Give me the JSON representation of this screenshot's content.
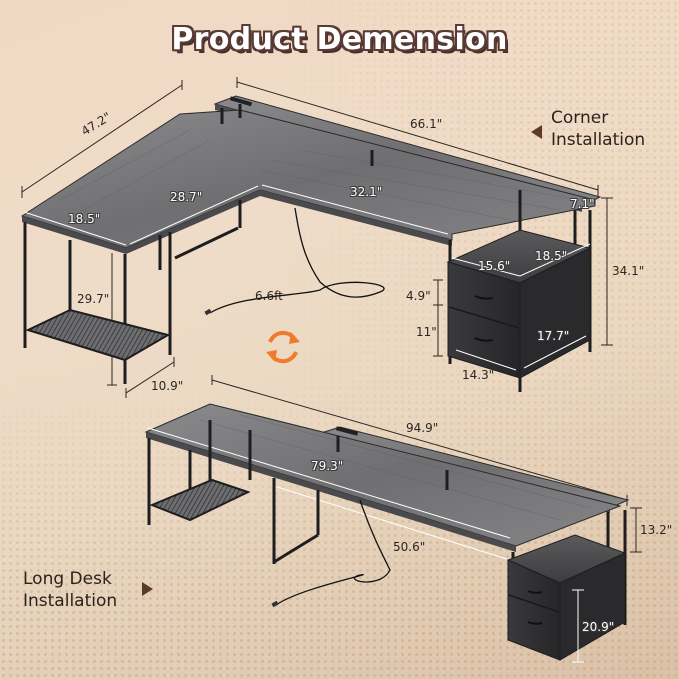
{
  "header": {
    "title": "Product Demension"
  },
  "corner_installation": {
    "caption_line1": "Corner",
    "caption_line2": "Installation",
    "dimensions": {
      "overall_depth": "47.2\"",
      "overall_width": "66.1\"",
      "side_desk_depth": "18.5\"",
      "side_inner_length": "28.7\"",
      "main_inner_length": "32.1\"",
      "shelf_depth": "7.1\"",
      "cabinet_top_width": "15.6\"",
      "cabinet_top_depth": "18.5\"",
      "total_height": "34.1\"",
      "drawer_top_height": "4.9\"",
      "drawer_bottom_height": "11\"",
      "cabinet_depth": "17.7\"",
      "cabinet_width": "14.3\"",
      "desk_height": "29.7\"",
      "side_shelf_depth": "10.9\"",
      "power_cord_length": "6.6ft"
    }
  },
  "switch_icon": {
    "name": "rotate-arrows-icon",
    "color": "#f07a2e"
  },
  "long_desk_installation": {
    "caption_line1": "Long Desk",
    "caption_line2": "Installation",
    "dimensions": {
      "overall_length": "94.9\"",
      "desktop_length": "79.3\"",
      "under_desk_span": "50.6\"",
      "riser_height": "13.2\"",
      "cabinet_height": "20.9\""
    }
  },
  "colors": {
    "title_outline": "#5a3a35",
    "wood_gray": "#7b7a7c",
    "frame_black": "#1e1e20",
    "accent_orange": "#f07a2e",
    "caption_text": "#2e221d"
  }
}
